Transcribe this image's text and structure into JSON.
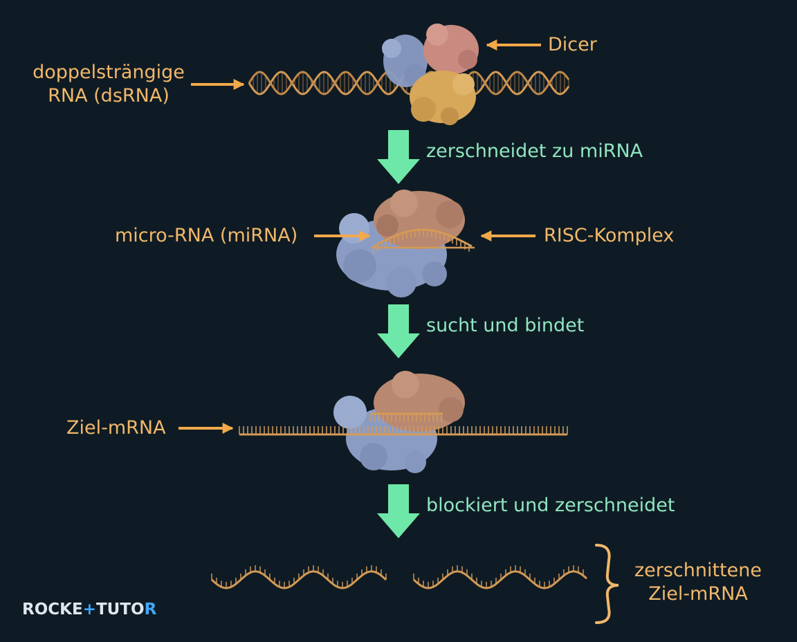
{
  "labels": {
    "dicer": "Dicer",
    "dsrna_line1": "doppelsträngige",
    "dsrna_line2": "RNA (dsRNA)",
    "mirna": "micro-RNA (miRNA)",
    "risc": "RISC-Komplex",
    "target": "Ziel-mRNA",
    "cut_line1": "zerschnittene",
    "cut_line2": "Ziel-mRNA"
  },
  "steps": [
    {
      "text": "zerschneidet zu miRNA"
    },
    {
      "text": "sucht und bindet"
    },
    {
      "text": "blockiert und zerschneidet"
    }
  ],
  "logo": {
    "part1": "ROCKE",
    "plus": "+",
    "part2": "TUTO",
    "last": "R"
  },
  "colors": {
    "background": "#0f1b24",
    "label": "#f2b86a",
    "step_text": "#8fe6c0",
    "step_arrow": "#6ee8a8",
    "rna": "#d49a55",
    "protein_blue": "#8b9cc4",
    "protein_brown": "#b98870",
    "protein_pink": "#c98a80",
    "protein_gold": "#d8a85a"
  }
}
